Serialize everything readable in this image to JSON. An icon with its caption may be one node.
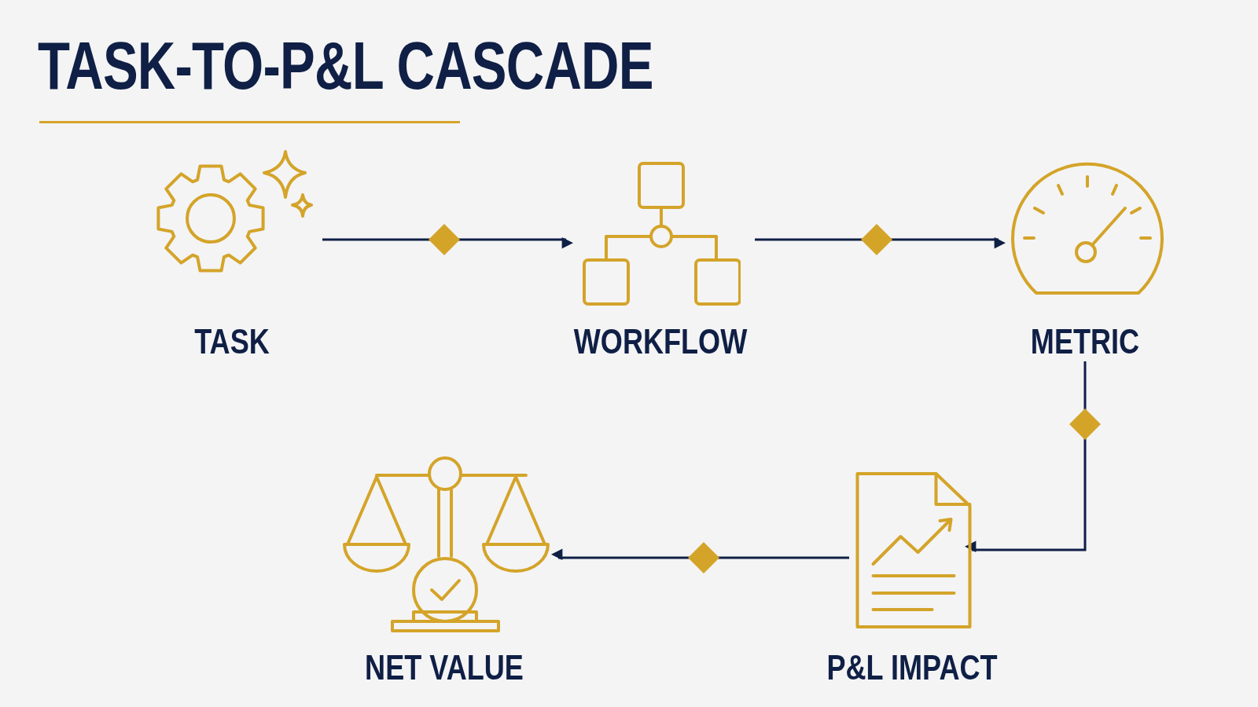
{
  "diagram": {
    "title": "TASK-TO-P&L CASCADE",
    "nodes": [
      {
        "text": [
          "TASK"
        ]
      },
      {
        "text": [
          "WORKFLOW"
        ]
      },
      {
        "text": [
          "METRIC"
        ]
      },
      {
        "text": [
          "P&L IMPACT"
        ]
      },
      {
        "text": [
          "NET VALUE"
        ]
      }
    ],
    "edges": [
      {
        "from": 0,
        "to": 1,
        "arrow": "to"
      },
      {
        "from": 1,
        "to": 2,
        "arrow": "to"
      },
      {
        "from": 2,
        "to": 3,
        "arrow": "to"
      },
      {
        "from": 3,
        "to": 4,
        "arrow": "to"
      }
    ]
  }
}
